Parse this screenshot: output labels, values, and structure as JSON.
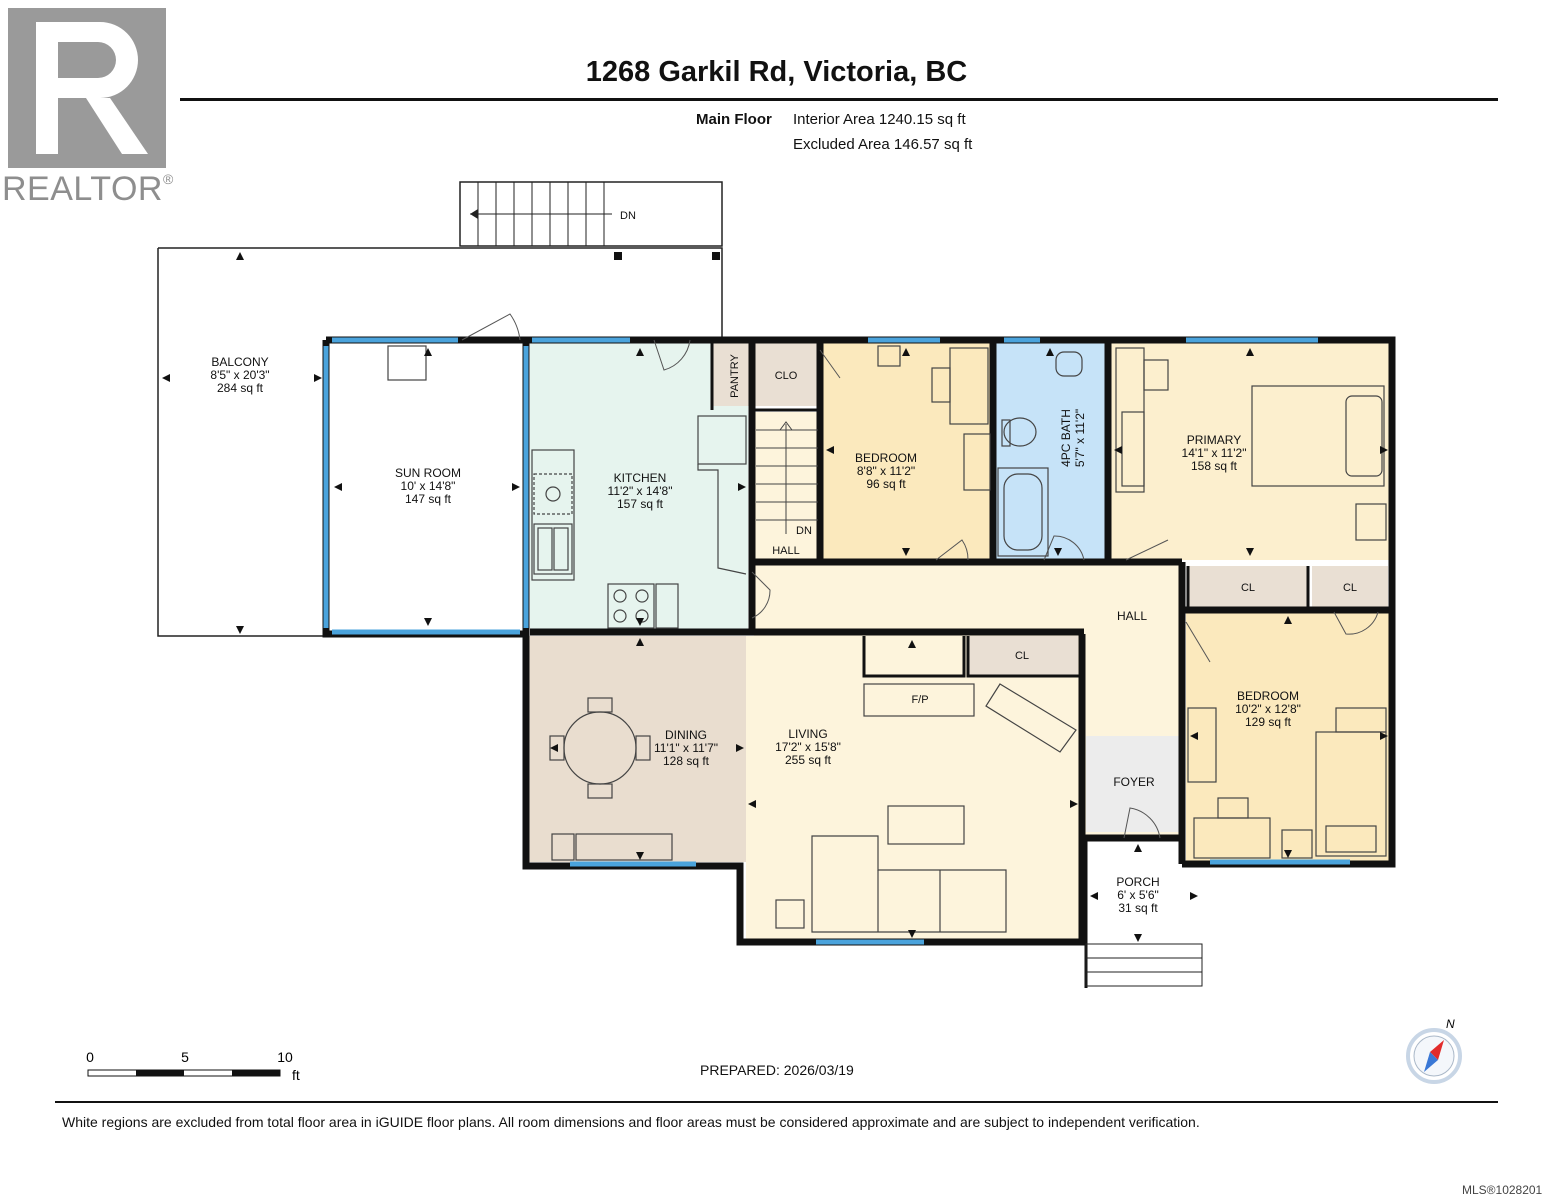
{
  "brand": {
    "logo_letter": "R",
    "name": "REALTOR",
    "mark": "®"
  },
  "header": {
    "address": "1268 Garkil Rd, Victoria, BC",
    "floor": "Main Floor",
    "interior_area": "Interior Area 1240.15 sq ft",
    "excluded_area": "Excluded Area 146.57 sq ft"
  },
  "rooms": {
    "balcony": {
      "name": "BALCONY",
      "dims": "8'5\" x 20'3\"",
      "area": "284 sq ft"
    },
    "sunroom": {
      "name": "SUN ROOM",
      "dims": "10' x 14'8\"",
      "area": "147 sq ft"
    },
    "kitchen": {
      "name": "KITCHEN",
      "dims": "11'2\" x 14'8\"",
      "area": "157 sq ft"
    },
    "bedroom1": {
      "name": "BEDROOM",
      "dims": "8'8\" x 11'2\"",
      "area": "96 sq ft"
    },
    "bath": {
      "name": "4PC BATH",
      "dims": "5'7\" x 11'2\""
    },
    "primary": {
      "name": "PRIMARY",
      "dims": "14'1\" x 11'2\"",
      "area": "158 sq ft"
    },
    "bedroom2": {
      "name": "BEDROOM",
      "dims": "10'2\" x 12'8\"",
      "area": "129 sq ft"
    },
    "dining": {
      "name": "DINING",
      "dims": "11'1\" x 11'7\"",
      "area": "128 sq ft"
    },
    "living": {
      "name": "LIVING",
      "dims": "17'2\" x 15'8\"",
      "area": "255 sq ft"
    },
    "porch": {
      "name": "PORCH",
      "dims": "6' x 5'6\"",
      "area": "31 sq ft"
    }
  },
  "labels": {
    "pantry": "PANTRY",
    "clo": "CLO",
    "hall": "HALL",
    "hall_small": "HALL",
    "cl": "CL",
    "fp": "F/P",
    "foyer": "FOYER",
    "dn": "DN"
  },
  "scale_bar": {
    "ticks": [
      "0",
      "5",
      "10"
    ],
    "unit": "ft"
  },
  "compass": {
    "north": "N"
  },
  "prepared": "PREPARED: 2026/03/19",
  "disclaimer": "White regions are excluded from total floor area in iGUIDE floor plans. All room dimensions and floor areas must be considered approximate and are subject to independent verification.",
  "listing_id": "MLS®1028201",
  "colors": {
    "kitchen": "#e6f4ee",
    "bedroom": "#fbe9bd",
    "bath": "#c6e3f8",
    "primary": "#fcefce",
    "hall": "#fdf4dc",
    "dining": "#e9ddcf",
    "closet": "#e9dfd3",
    "foyer": "#ececec",
    "window": "#4aa3dc",
    "wall": "#111111"
  }
}
